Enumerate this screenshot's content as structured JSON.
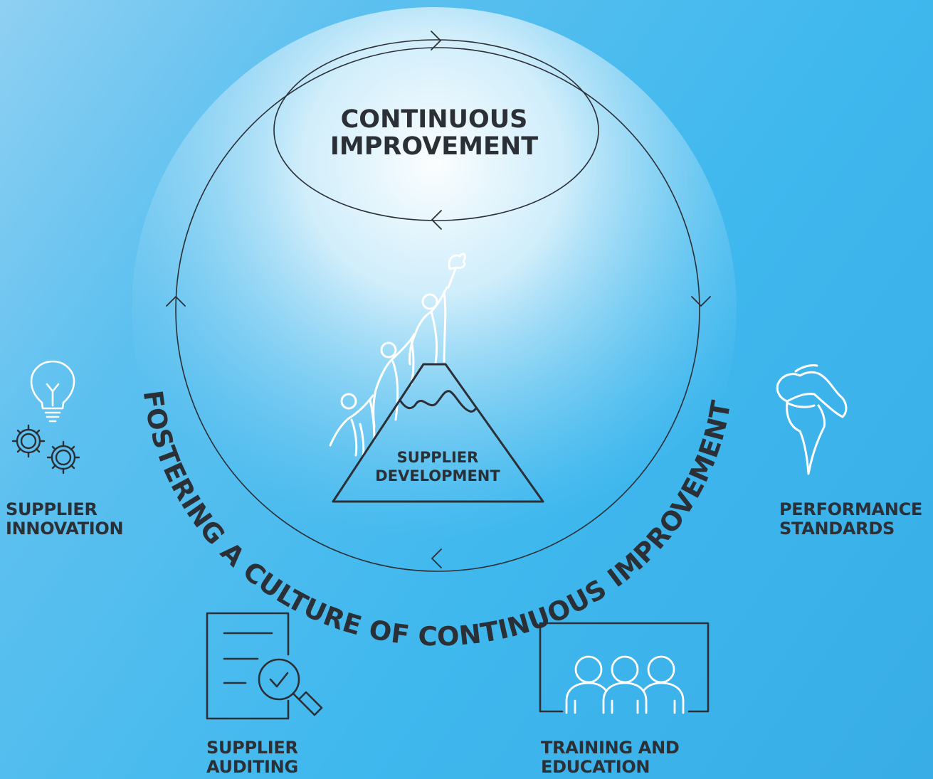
{
  "center": {
    "title_line1": "CONTINUOUS",
    "title_line2": "IMPROVEMENT"
  },
  "arc_text": "FOSTERING A CULTURE OF CONTINUOUS IMPROVEMENT",
  "summit": {
    "line1": "SUPPLIER",
    "line2": "DEVELOPMENT"
  },
  "pillars": [
    {
      "line1": "SUPPLIER",
      "line2": "INNOVATION",
      "icon": "lightbulb-gears-icon"
    },
    {
      "line1": "PERFORMANCE",
      "line2": "STANDARDS",
      "icon": "torch-icon"
    },
    {
      "line1": "SUPPLIER",
      "line2": "AUDITING",
      "icon": "audit-document-icon"
    },
    {
      "line1": "TRAINING AND",
      "line2": "EDUCATION",
      "icon": "people-group-icon"
    }
  ],
  "colors": {
    "stroke": "#2b2f36",
    "text": "#2b2f36",
    "icon_white": "#ffffff",
    "background": "#3fb8ee"
  }
}
